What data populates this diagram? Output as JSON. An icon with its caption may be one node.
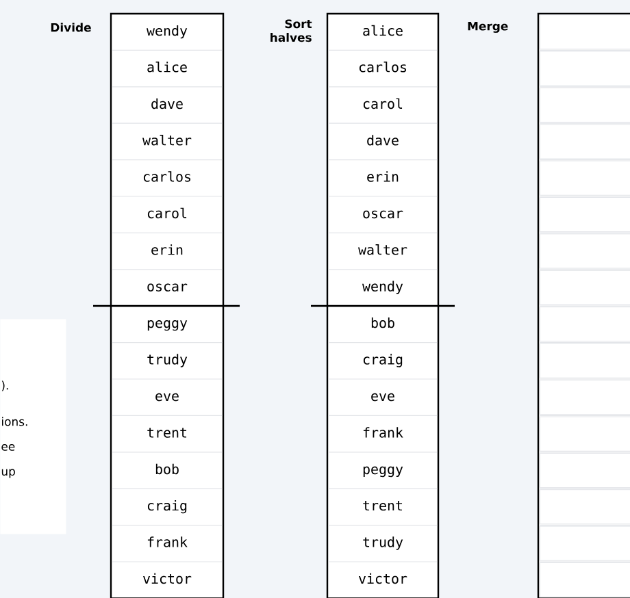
{
  "diagram": {
    "nodes": [
      {
        "text": [
          "Divide"
        ]
      },
      {
        "text": [
          "wendy"
        ],
        "in": 0
      },
      {
        "text": [
          "alice"
        ],
        "in": 0
      },
      {
        "text": [
          "dave"
        ],
        "in": 0
      },
      {
        "text": [
          "walter"
        ],
        "in": 0
      },
      {
        "text": [
          "carlos"
        ],
        "in": 0
      },
      {
        "text": [
          "carol"
        ],
        "in": 0
      },
      {
        "text": [
          "erin"
        ],
        "in": 0
      },
      {
        "text": [
          "oscar"
        ],
        "in": 0
      },
      {
        "text": [
          "peggy"
        ],
        "in": 0
      },
      {
        "text": [
          "trudy"
        ],
        "in": 0
      },
      {
        "text": [
          "eve"
        ],
        "in": 0
      },
      {
        "text": [
          "trent"
        ],
        "in": 0
      },
      {
        "text": [
          "bob"
        ],
        "in": 0
      },
      {
        "text": [
          "craig"
        ],
        "in": 0
      },
      {
        "text": [
          "frank"
        ],
        "in": 0
      },
      {
        "text": [
          "victor"
        ],
        "in": 0
      },
      {
        "text": [
          "Sort halves"
        ]
      },
      {
        "text": [
          "alice"
        ],
        "in": 17
      },
      {
        "text": [
          "carlos"
        ],
        "in": 17
      },
      {
        "text": [
          "carol"
        ],
        "in": 17
      },
      {
        "text": [
          "dave"
        ],
        "in": 17
      },
      {
        "text": [
          "erin"
        ],
        "in": 17
      },
      {
        "text": [
          "oscar"
        ],
        "in": 17
      },
      {
        "text": [
          "walter"
        ],
        "in": 17
      },
      {
        "text": [
          "wendy"
        ],
        "in": 17
      },
      {
        "text": [
          "bob"
        ],
        "in": 17
      },
      {
        "text": [
          "craig"
        ],
        "in": 17
      },
      {
        "text": [
          "eve"
        ],
        "in": 17
      },
      {
        "text": [
          "frank"
        ],
        "in": 17
      },
      {
        "text": [
          "peggy"
        ],
        "in": 17
      },
      {
        "text": [
          "trent"
        ],
        "in": 17
      },
      {
        "text": [
          "trudy"
        ],
        "in": 17
      },
      {
        "text": [
          "victor"
        ],
        "in": 17
      },
      {
        "text": [
          "Merge"
        ]
      },
      {
        "text": [],
        "shape": "box",
        "in": 34
      },
      {
        "text": [],
        "shape": "box",
        "in": 34
      },
      {
        "text": [],
        "shape": "box",
        "in": 34
      },
      {
        "text": [],
        "shape": "box",
        "in": 34
      },
      {
        "text": [],
        "shape": "box",
        "in": 34
      },
      {
        "text": [],
        "shape": "box",
        "in": 34
      },
      {
        "text": [],
        "shape": "box",
        "in": 34
      },
      {
        "text": [],
        "shape": "box",
        "in": 34
      },
      {
        "text": [],
        "shape": "box",
        "in": 34
      },
      {
        "text": [],
        "shape": "box",
        "in": 34
      },
      {
        "text": [],
        "shape": "box",
        "in": 34
      },
      {
        "text": [],
        "shape": "box",
        "in": 34
      },
      {
        "text": [],
        "shape": "box",
        "in": 34
      },
      {
        "text": [],
        "shape": "box",
        "in": 34
      },
      {
        "text": [],
        "shape": "box",
        "in": 34
      },
      {
        "text": [],
        "shape": "box",
        "in": 34
      },
      {
        "text": [
          ").",
          "ions.",
          "ee",
          "up"
        ]
      }
    ]
  }
}
